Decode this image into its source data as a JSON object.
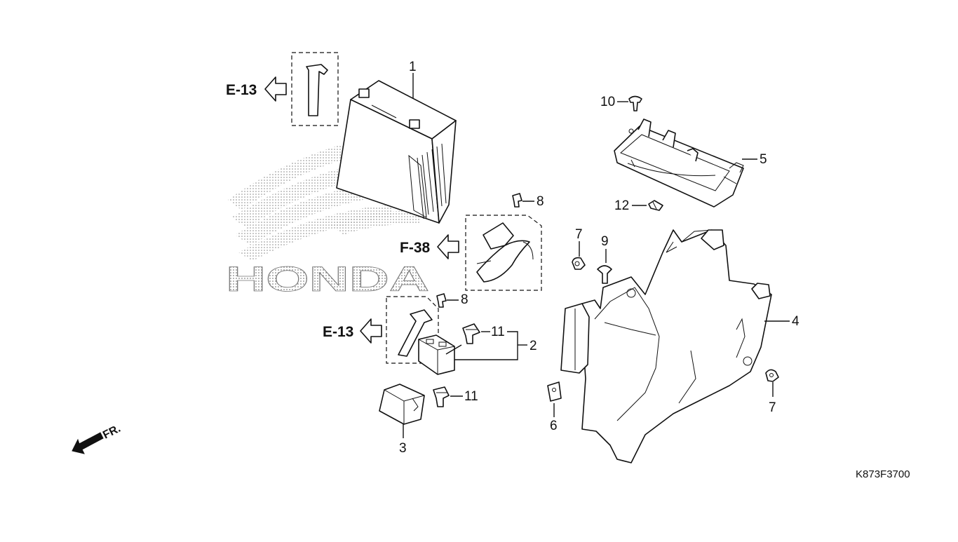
{
  "diagram": {
    "watermark": "HONDA",
    "drawing_code": "K873F3700",
    "front_marker": "FR.",
    "references": [
      "E-13",
      "F-38",
      "E-13"
    ],
    "callouts": [
      "1",
      "2",
      "3",
      "4",
      "5",
      "6",
      "7",
      "7",
      "8",
      "8",
      "9",
      "10",
      "11",
      "11",
      "12"
    ]
  }
}
